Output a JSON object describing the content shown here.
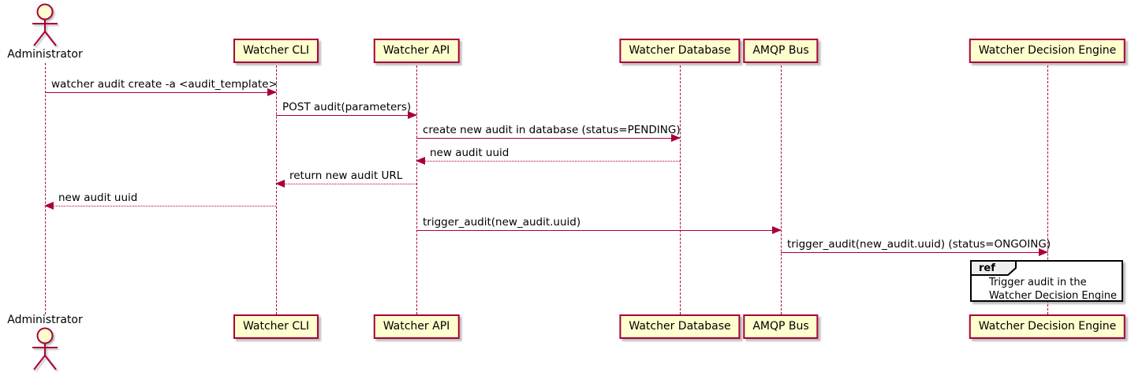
{
  "diagram_type": "sequence",
  "actor": {
    "name": "Administrator"
  },
  "participants": [
    {
      "name": "Watcher CLI"
    },
    {
      "name": "Watcher API"
    },
    {
      "name": "Watcher Database"
    },
    {
      "name": "AMQP Bus"
    },
    {
      "name": "Watcher Decision Engine"
    }
  ],
  "messages": [
    {
      "from": "Administrator",
      "to": "Watcher CLI",
      "text": "watcher audit create -a <audit_template>",
      "line": "solid"
    },
    {
      "from": "Watcher CLI",
      "to": "Watcher API",
      "text": "POST audit(parameters)",
      "line": "solid"
    },
    {
      "from": "Watcher API",
      "to": "Watcher Database",
      "text": "create new audit in database (status=PENDING)",
      "line": "solid"
    },
    {
      "from": "Watcher Database",
      "to": "Watcher API",
      "text": "new audit uuid",
      "line": "dotted"
    },
    {
      "from": "Watcher API",
      "to": "Watcher CLI",
      "text": "return new audit URL",
      "line": "dotted"
    },
    {
      "from": "Watcher CLI",
      "to": "Administrator",
      "text": "new audit uuid",
      "line": "dotted"
    },
    {
      "from": "Watcher API",
      "to": "AMQP Bus",
      "text": "trigger_audit(new_audit.uuid)",
      "line": "solid"
    },
    {
      "from": "AMQP Bus",
      "to": "Watcher Decision Engine",
      "text": "trigger_audit(new_audit.uuid) (status=ONGOING)",
      "line": "solid"
    }
  ],
  "ref": {
    "keyword": "ref",
    "line1": "Trigger audit in the",
    "line2": "Watcher Decision Engine"
  },
  "colors": {
    "participant_fill": "#FEFECE",
    "accent": "#A80036",
    "ref_border": "#000000",
    "ref_header_fill": "#EEEEEE",
    "text": "#000000"
  }
}
